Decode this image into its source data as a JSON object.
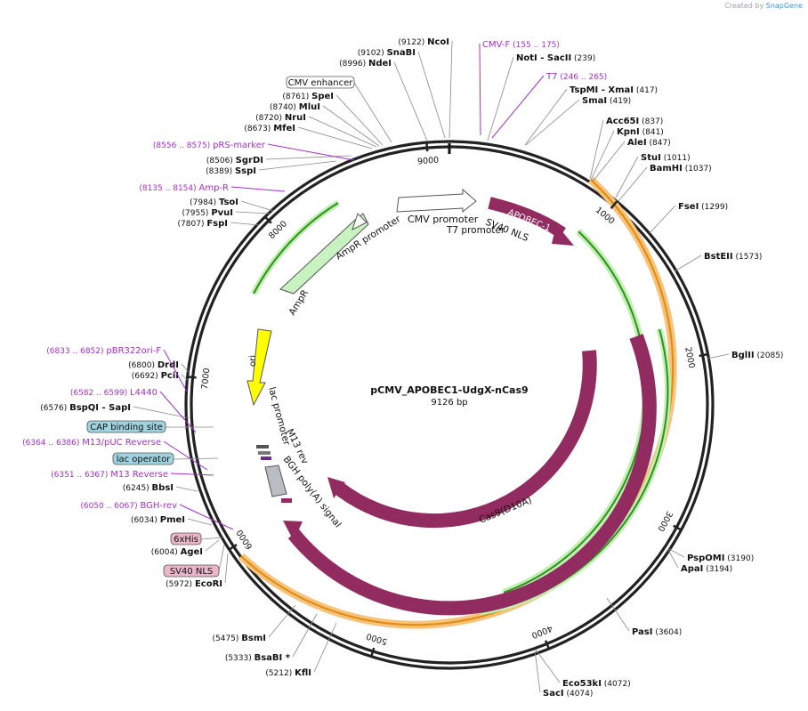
{
  "credit": {
    "prefix": "Created by",
    "brand": "SnapGene"
  },
  "map": {
    "name": "pCMV_APOBEC1-UdgX-nCas9",
    "length_label": "9126 bp",
    "total_bp": 9126,
    "ticks": [
      "1000",
      "2000",
      "3000",
      "4000",
      "5000",
      "6000",
      "7000",
      "8000",
      "9000"
    ],
    "colors": {
      "feature_cds": "#922b5f",
      "primer": "#a132c8",
      "ori": "#ffff00",
      "amp": "#c8f2c0",
      "promoter": "#ffffff",
      "orange_band": "#f5a623",
      "green_band": "#3d9e2e"
    }
  },
  "sites": [
    {
      "name": "NcoI",
      "pos": "(9122)",
      "side": "left"
    },
    {
      "name": "SnaBI",
      "pos": "(9102)",
      "side": "left"
    },
    {
      "name": "NdeI",
      "pos": "(8996)",
      "side": "left"
    },
    {
      "name": "SpeI",
      "pos": "(8761)",
      "side": "left"
    },
    {
      "name": "MluI",
      "pos": "(8740)",
      "side": "left"
    },
    {
      "name": "NruI",
      "pos": "(8720)",
      "side": "left"
    },
    {
      "name": "MfeI",
      "pos": "(8673)",
      "side": "left"
    },
    {
      "name": "SgrDI",
      "pos": "(8506)",
      "side": "left"
    },
    {
      "name": "SspI",
      "pos": "(8389)",
      "side": "left"
    },
    {
      "name": "TsoI",
      "pos": "(7984)",
      "side": "left"
    },
    {
      "name": "PvuI",
      "pos": "(7955)",
      "side": "left"
    },
    {
      "name": "FspI",
      "pos": "(7807)",
      "side": "left"
    },
    {
      "name": "DrdI",
      "pos": "(6800)",
      "side": "left"
    },
    {
      "name": "PciI",
      "pos": "(6692)",
      "side": "left"
    },
    {
      "name": "BspQI",
      "pos": "(6576)",
      "side": "left",
      "extra": "- SapI"
    },
    {
      "name": "BbsI",
      "pos": "(6245)",
      "side": "left"
    },
    {
      "name": "PmeI",
      "pos": "(6034)",
      "side": "left"
    },
    {
      "name": "AgeI",
      "pos": "(6004)",
      "side": "left"
    },
    {
      "name": "EcoRI",
      "pos": "(5972)",
      "side": "left"
    },
    {
      "name": "BsmI",
      "pos": "(5475)",
      "side": "left"
    },
    {
      "name": "BsaBI",
      "pos": "(5333)",
      "side": "left",
      "extra": "*"
    },
    {
      "name": "KflI",
      "pos": "(5212)",
      "side": "left"
    },
    {
      "name": "NotI",
      "pos": "(239)",
      "side": "right",
      "extra": "- SacII"
    },
    {
      "name": "TspMI",
      "pos": "(417)",
      "side": "right",
      "extra": "- XmaI"
    },
    {
      "name": "SmaI",
      "pos": "(419)",
      "side": "right"
    },
    {
      "name": "Acc65I",
      "pos": "(837)",
      "side": "right"
    },
    {
      "name": "KpnI",
      "pos": "(841)",
      "side": "right"
    },
    {
      "name": "AleI",
      "pos": "(847)",
      "side": "right"
    },
    {
      "name": "StuI",
      "pos": "(1011)",
      "side": "right"
    },
    {
      "name": "BamHI",
      "pos": "(1037)",
      "side": "right"
    },
    {
      "name": "FseI",
      "pos": "(1299)",
      "side": "right"
    },
    {
      "name": "BstEII",
      "pos": "(1573)",
      "side": "right"
    },
    {
      "name": "BglII",
      "pos": "(2085)",
      "side": "right"
    },
    {
      "name": "PspOMI",
      "pos": "(3190)",
      "side": "right"
    },
    {
      "name": "ApaI",
      "pos": "(3194)",
      "side": "right"
    },
    {
      "name": "PasI",
      "pos": "(3604)",
      "side": "right"
    },
    {
      "name": "Eco53kI",
      "pos": "(4072)",
      "side": "right"
    },
    {
      "name": "SacI",
      "pos": "(4074)",
      "side": "right"
    }
  ],
  "primers": [
    {
      "name": "CMV-F",
      "range": "(155 .. 175)"
    },
    {
      "name": "T7",
      "range": "(246 .. 265)"
    },
    {
      "name": "pRS-marker",
      "range": "(8556 .. 8575)"
    },
    {
      "name": "Amp-R",
      "range": "(8135 .. 8154)"
    },
    {
      "name": "pBR322ori-F",
      "range": "(6833 .. 6852)"
    },
    {
      "name": "L4440",
      "range": "(6582 .. 6599)"
    },
    {
      "name": "M13/pUC Reverse",
      "range": "(6364 .. 6386)"
    },
    {
      "name": "M13 Reverse",
      "range": "(6351 .. 6367)"
    },
    {
      "name": "BGH-rev",
      "range": "(6050 .. 6067)"
    }
  ],
  "boxed_features": [
    {
      "name": "CMV enhancer",
      "color": "#ffffff"
    },
    {
      "name": "CAP binding site",
      "color": "#9fd3df"
    },
    {
      "name": "lac operator",
      "color": "#9fd3df"
    },
    {
      "name": "6xHis",
      "color": "#e9b7c9"
    },
    {
      "name": "SV40 NLS",
      "color": "#e9b7c9"
    }
  ],
  "inner_labels": {
    "cmv_promoter": "CMV promoter",
    "t7_promoter": "T7 promoter",
    "sv40_nls": "SV40 NLS",
    "apobec": "APOBEC-1",
    "amp_promoter": "AmpR promoter",
    "ampr": "AmpR",
    "ori": "ori",
    "lac_promoter": "lac promoter",
    "m13_rev": "M13 rev",
    "bgh": "BGH poly(A) signal",
    "cas9_d10a": "Cas9(D10A)",
    "cas9": "Cas9"
  }
}
